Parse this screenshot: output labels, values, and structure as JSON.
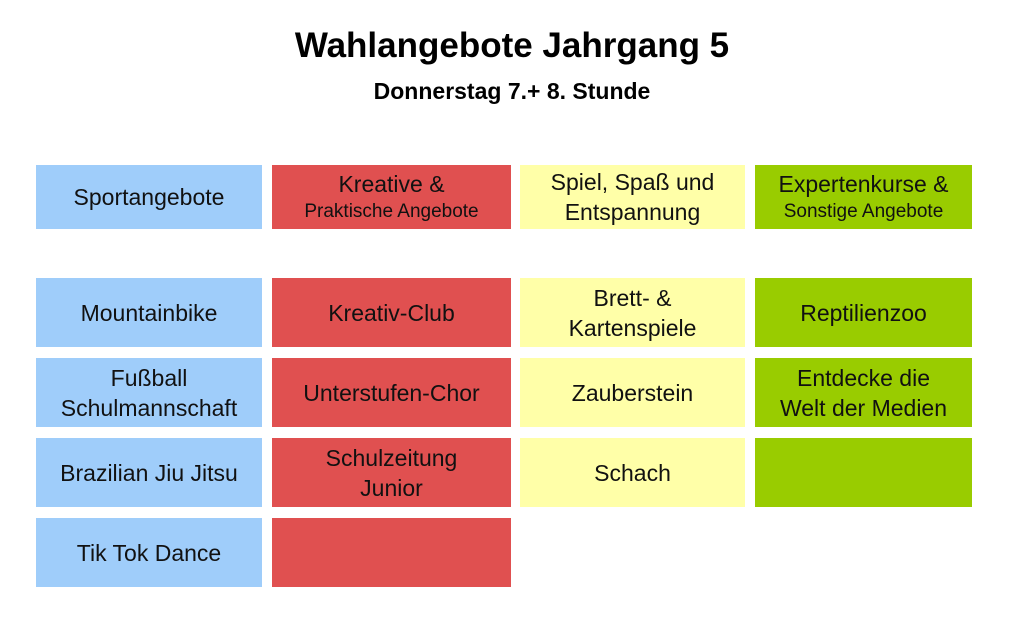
{
  "title": "Wahlangebote Jahrgang 5",
  "subtitle": "Donnerstag 7.+ 8. Stunde",
  "headers": [
    {
      "line1": "Sportangebote"
    },
    {
      "line1": "Kreative &",
      "line2": "Praktische Angebote"
    },
    {
      "line1": "Spiel, Spaß und",
      "line2": "Entspannung"
    },
    {
      "line1": "Expertenkurse &",
      "line2": "Sonstige Angebote"
    }
  ],
  "rows": [
    [
      "Mountainbike",
      "Kreativ-Club",
      "Brett- & Kartenspiele",
      "Reptilienzoo"
    ],
    [
      "Fußball Schulmannschaft",
      "Unterstufen-Chor",
      "Zauberstein",
      "Entdecke die Welt der Medien"
    ],
    [
      "Brazilian Jiu Jitsu",
      "Schulzeitung Junior",
      "Schach",
      ""
    ],
    [
      "Tik Tok Dance",
      "",
      null,
      null
    ]
  ],
  "colors": {
    "sport": "#9fcdfa",
    "kreativ": "#e05050",
    "spiel": "#ffffa8",
    "experten": "#99cc00"
  }
}
